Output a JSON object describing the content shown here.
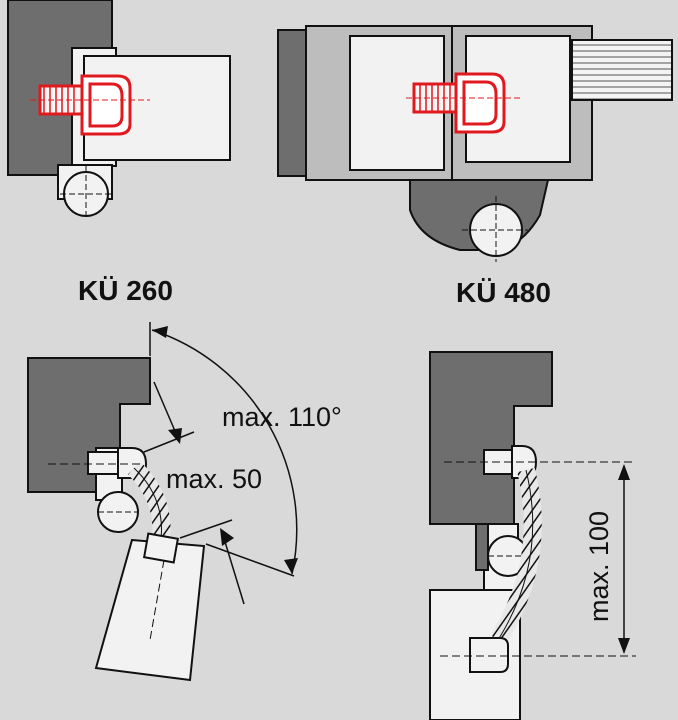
{
  "labels": {
    "ku260": "KÜ 260",
    "ku480": "KÜ 480",
    "max_angle": "max. 110°",
    "max_gap": "max. 50",
    "max_height": "max. 100"
  },
  "colors": {
    "background": "#d9d9d9",
    "frame_dark": "#6e6e6e",
    "profile_fill": "#f2f2f2",
    "outline": "#111111",
    "highlight_red": "#e0191e"
  }
}
